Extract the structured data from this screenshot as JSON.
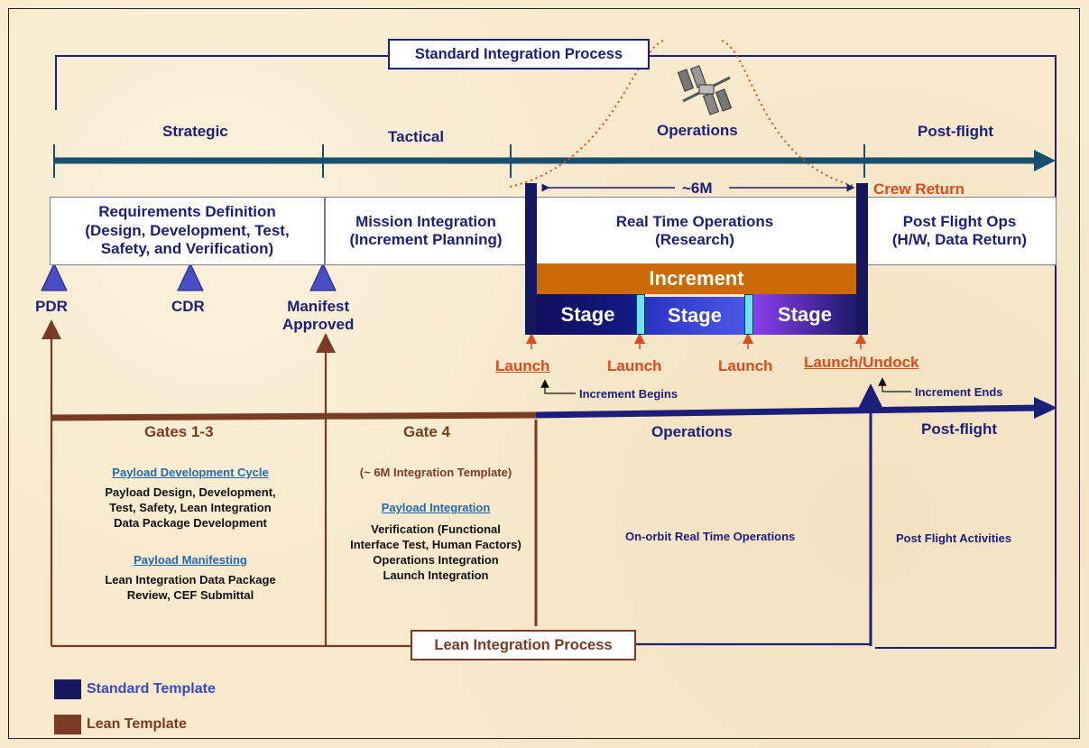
{
  "standard_process_label": "Standard Integration Process",
  "lean_process_label": "Lean Integration Process",
  "phases": {
    "strategic": "Strategic",
    "tactical": "Tactical",
    "operations": "Operations",
    "post_flight": "Post-flight"
  },
  "duration_label": "~6M",
  "crew_return": "Crew Return",
  "boxes": {
    "requirements": [
      "Requirements Definition",
      "(Design, Development, Test,",
      "Safety, and Verification)"
    ],
    "mission_integration": [
      "Mission Integration",
      "(Increment Planning)"
    ],
    "real_time_ops": [
      "Real Time Operations",
      "(Research)"
    ],
    "post_flight_ops": [
      "Post Flight Ops",
      "(H/W, Data Return)"
    ]
  },
  "increment_label": "Increment",
  "stages": [
    "Stage",
    "Stage",
    "Stage"
  ],
  "milestones": {
    "pdr": "PDR",
    "cdr": "CDR",
    "manifest": [
      "Manifest",
      "Approved"
    ]
  },
  "launches": {
    "launch1": "Launch",
    "launch2": "Launch",
    "launch3": "Launch",
    "launch_undock": "Launch/Undock"
  },
  "increment_begins": "Increment Begins",
  "increment_ends": "Increment Ends",
  "lean": {
    "gates13": "Gates 1-3",
    "payload_dev_cycle_title": "Payload Development Cycle",
    "payload_dev_cycle_text": [
      "Payload Design, Development,",
      "Test, Safety, Lean Integration",
      "Data Package Development"
    ],
    "payload_manifesting_title": "Payload Manifesting",
    "payload_manifesting_text": [
      "Lean Integration Data Package",
      "Review, CEF Submittal"
    ],
    "gate4": "Gate 4",
    "template_note": "(~ 6M Integration Template)",
    "payload_integration_title": "Payload Integration",
    "payload_integration_text": [
      "Verification (Functional",
      "Interface Test, Human Factors)",
      "Operations Integration",
      "Launch Integration"
    ]
  },
  "standard_lower": {
    "operations": "Operations",
    "post_flight": "Post-flight",
    "onorbit": "On-orbit Real Time Operations",
    "post_flight_activities": "Post Flight Activities"
  },
  "legend": {
    "standard": "Standard Template",
    "lean": "Lean Template"
  },
  "colors": {
    "navy": "#1c1f7a",
    "brown": "#7a3b24",
    "orange_red": "#e0491a",
    "increment_bar": "#cc6a0a",
    "timeline_blue": "#184e6e"
  }
}
